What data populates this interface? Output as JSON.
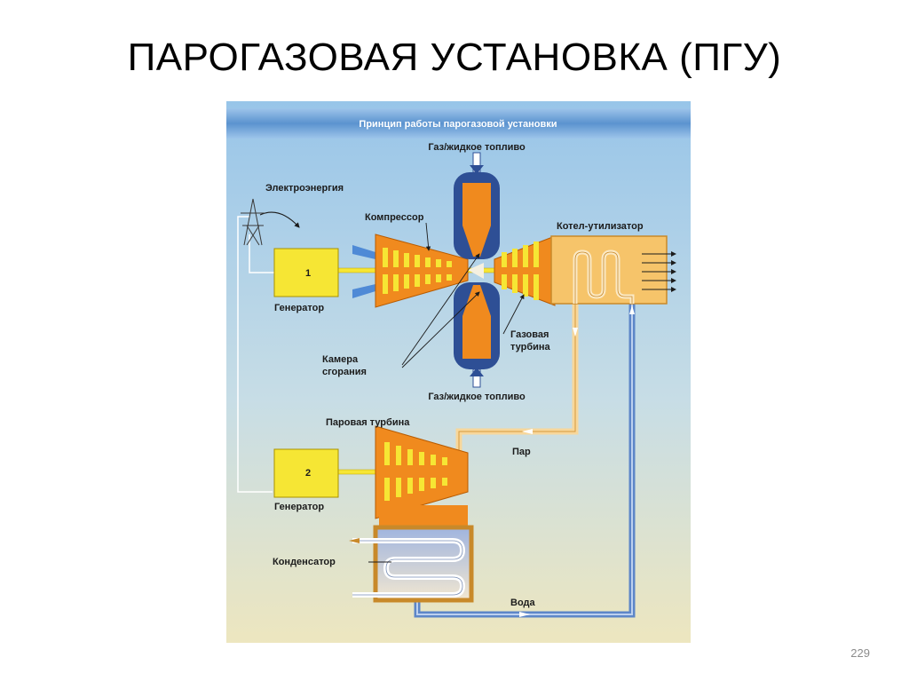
{
  "slide": {
    "title": "ПАРОГАЗОВАЯ УСТАНОВКА (ПГУ)",
    "page_number": "229"
  },
  "diagram": {
    "header": "Принцип работы парогазовой установки",
    "labels": {
      "fuel_top": "Газ/жидкое топливо",
      "electricity": "Электроэнергия",
      "compressor": "Компрессор",
      "boiler": "Котел-утилизатор",
      "generator1_number": "1",
      "generator1": "Генератор",
      "gas_turbine_line1": "Газовая",
      "gas_turbine_line2": "турбина",
      "chamber_line1": "Камера",
      "chamber_line2": "сгорания",
      "fuel_bottom": "Газ/жидкое топливо",
      "steam_turbine": "Паровая турбина",
      "steam": "Пар",
      "generator2_number": "2",
      "generator2": "Генератор",
      "condenser": "Конденсатор",
      "water": "Вода"
    },
    "colors": {
      "header_band": "#5b93cf",
      "background_top": "#98c5e9",
      "background_bottom": "#ede6bf",
      "orange": "#f08a1e",
      "dark_blue": "#2e4f95",
      "yellow": "#f6e634",
      "pipe_blue": "#5d86c8"
    }
  }
}
